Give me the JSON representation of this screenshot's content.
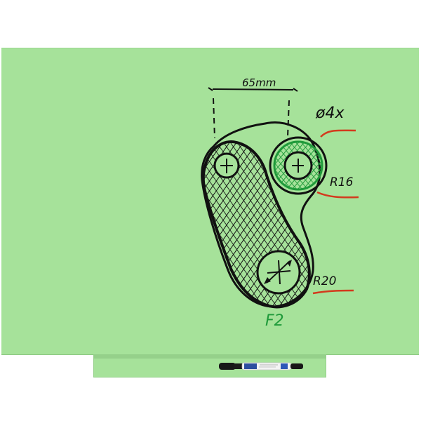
{
  "drawing": {
    "dimension_label": "65mm",
    "hole_label": "ø4x",
    "radius_small_label": "R16",
    "radius_large_label": "R20",
    "part_label": "F2"
  },
  "colors": {
    "board": "#a6e29a",
    "ink_black": "#111111",
    "ink_green": "#1f9a3a",
    "ink_red": "#d33a1d"
  }
}
